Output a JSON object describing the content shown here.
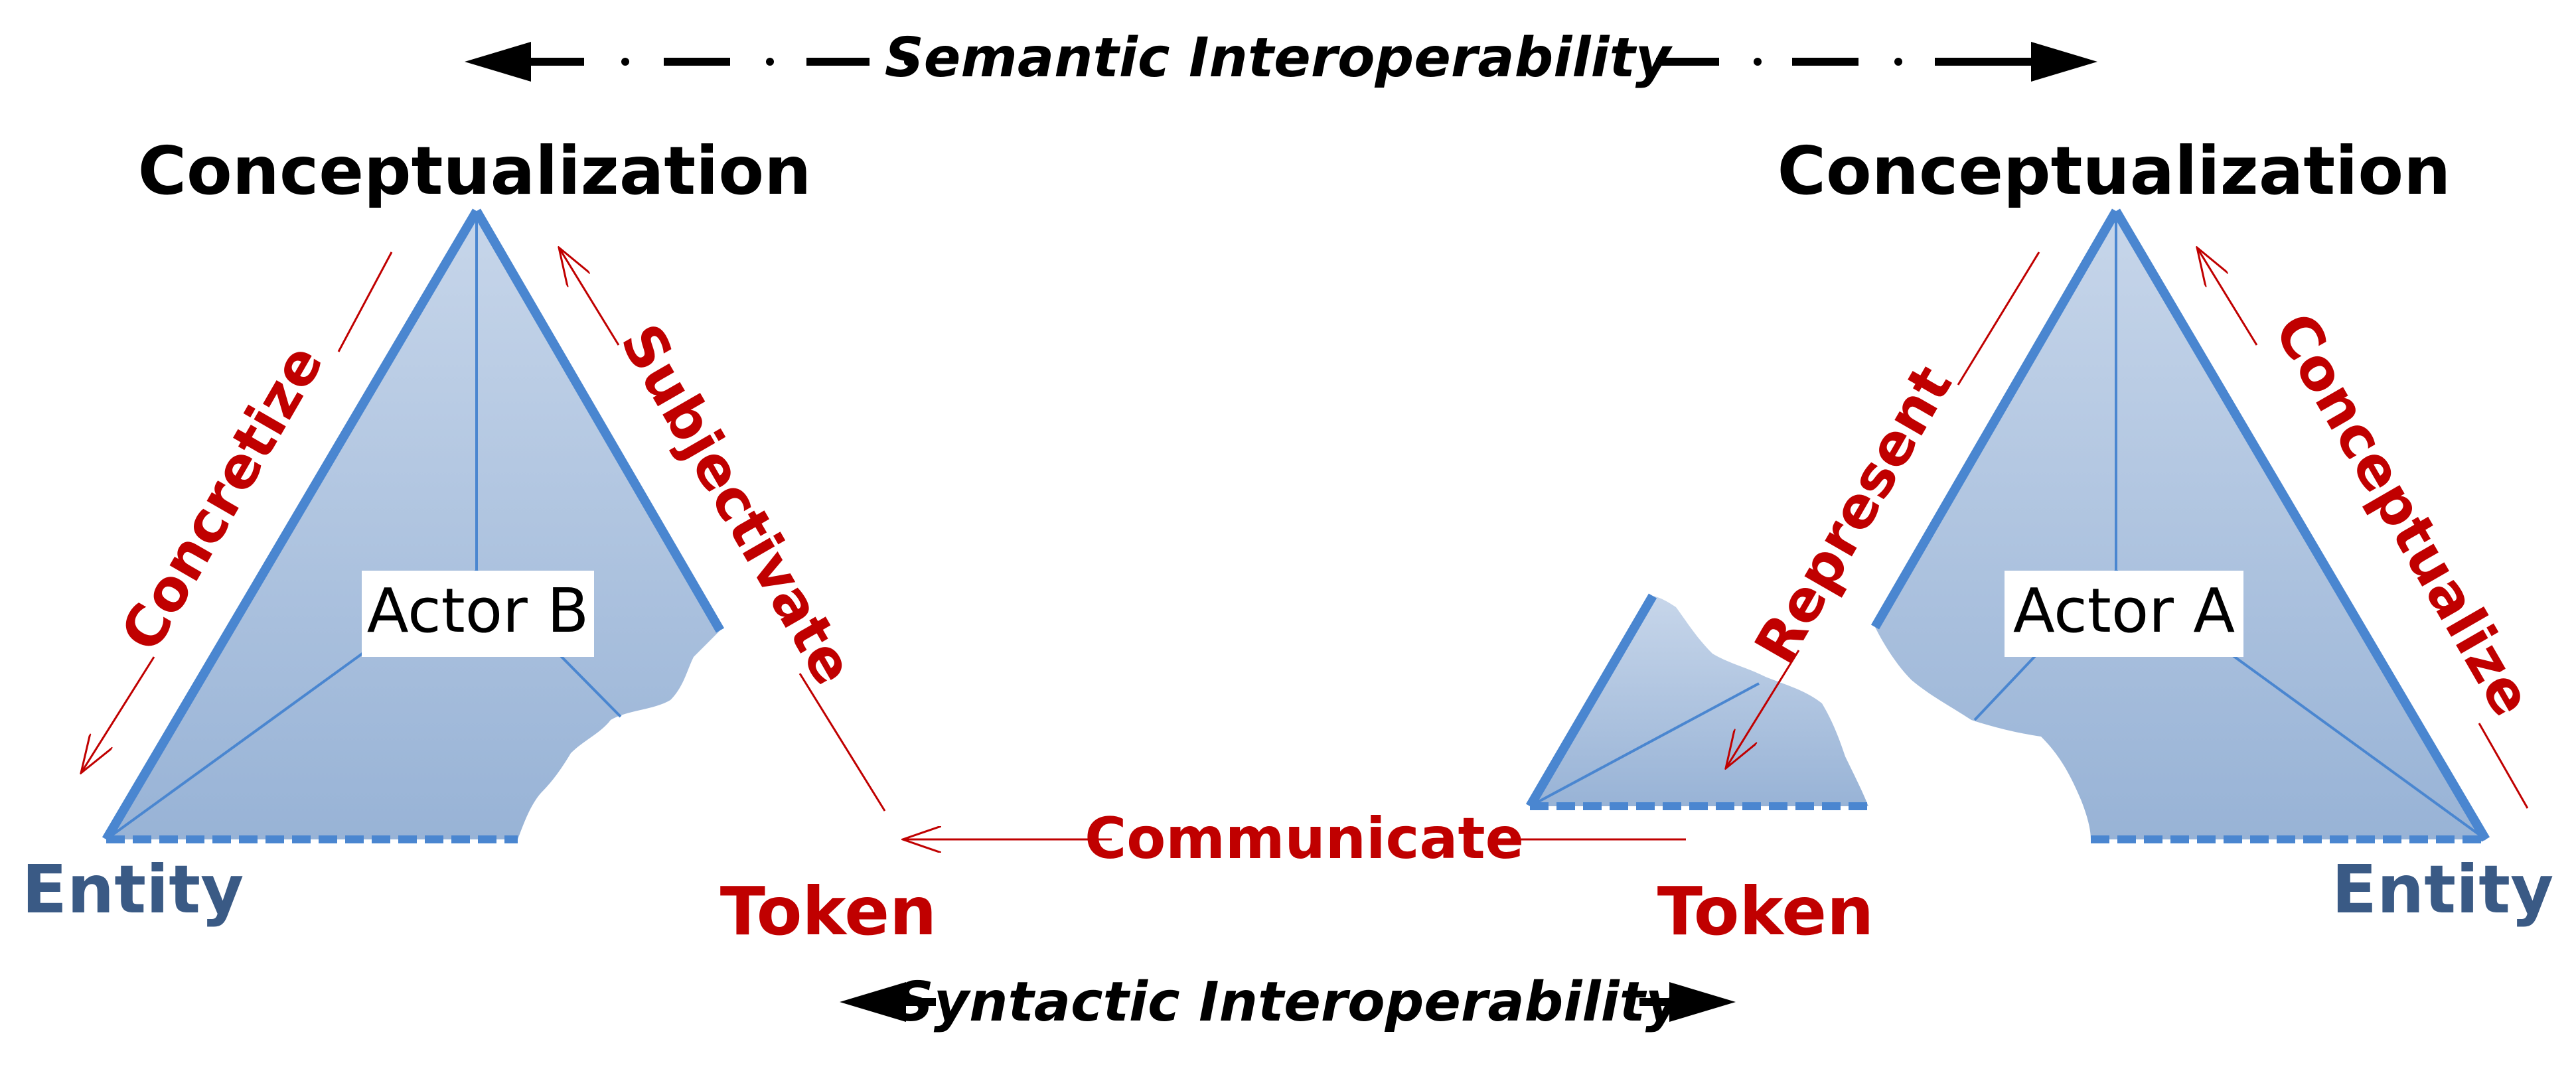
{
  "semantic_label": "Semantic Interoperability",
  "syntactic_label": "Syntactic Interoperability",
  "communicate_label": "Communicate",
  "actor_b": {
    "top_label": "Conceptualization",
    "actor_label": "Actor B",
    "left_corner_label": "Entity",
    "right_corner_label": "Token",
    "left_edge_verb": "Concretize",
    "right_edge_verb": "Subjectivate"
  },
  "actor_a": {
    "top_label": "Conceptualization",
    "actor_label": "Actor A",
    "left_corner_label": "Token",
    "right_corner_label": "Entity",
    "left_edge_verb": "Represent",
    "right_edge_verb": "Conceptualize"
  },
  "colors": {
    "verb_red": "#c00000",
    "entity_blue": "#3a5a85",
    "pyramid_edge": "#4a86d0",
    "pyramid_fill_top": "#c7d6ea",
    "pyramid_fill_bottom": "#9db6d8",
    "arrow_black": "#000000"
  }
}
